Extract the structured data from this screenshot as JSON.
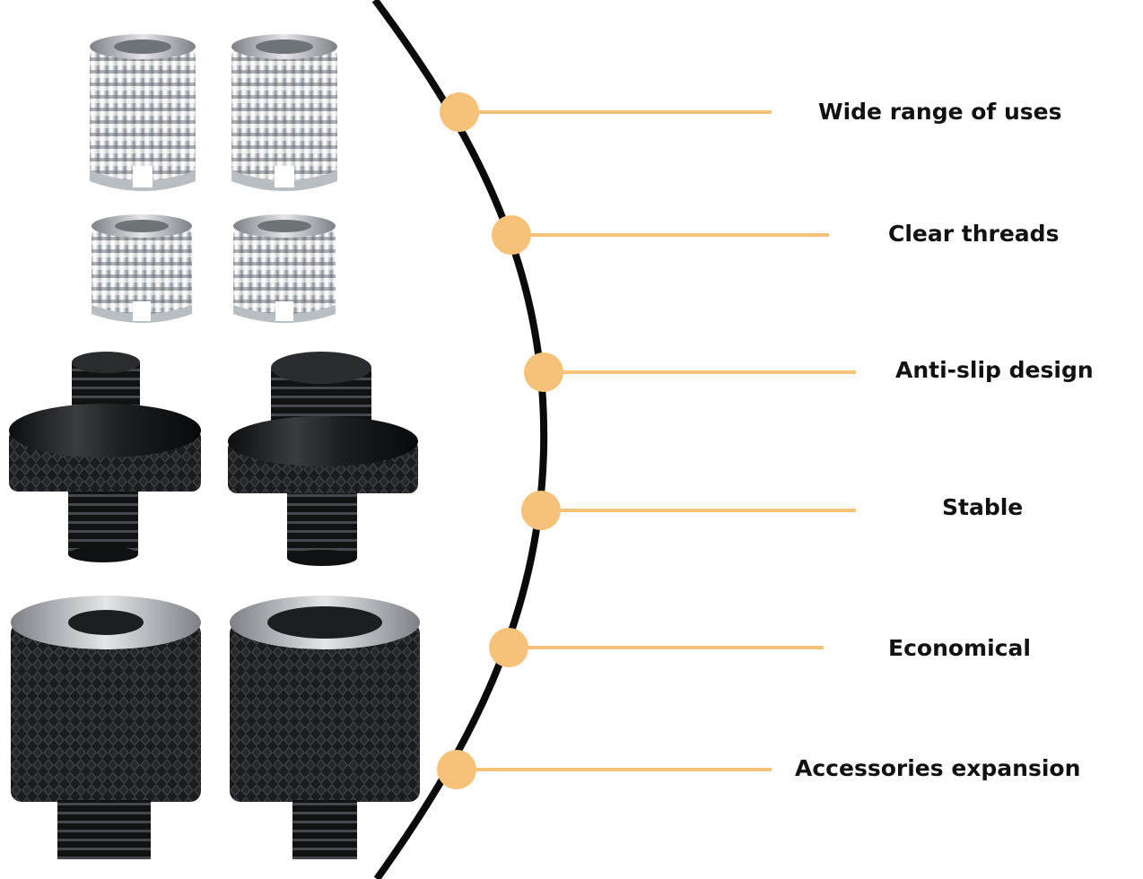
{
  "colors": {
    "background": "#ffffff",
    "arc": "#0a0a0a",
    "accent": "#f6c27a",
    "text": "#111111",
    "silver_light": "#f2f3f5",
    "silver_dark": "#8f9499",
    "black_metal": "#1a1b1d"
  },
  "features": [
    {
      "label": "Wide range of uses"
    },
    {
      "label": "Clear threads"
    },
    {
      "label": "Anti-slip design"
    },
    {
      "label": "Stable"
    },
    {
      "label": "Economical"
    },
    {
      "label": "Accessories expansion"
    }
  ],
  "products": [
    {
      "type": "silver-insert",
      "icon": "silver-thread-insert-icon"
    },
    {
      "type": "silver-insert",
      "icon": "silver-thread-insert-icon"
    },
    {
      "type": "silver-insert-short",
      "icon": "silver-thread-insert-icon"
    },
    {
      "type": "silver-insert-short",
      "icon": "silver-thread-insert-icon"
    },
    {
      "type": "male-male-screw",
      "icon": "black-double-male-screw-icon"
    },
    {
      "type": "male-male-screw",
      "icon": "black-double-male-screw-icon"
    },
    {
      "type": "female-male-adapter",
      "icon": "black-female-male-adapter-icon"
    },
    {
      "type": "female-male-adapter",
      "icon": "black-female-male-adapter-icon"
    }
  ]
}
